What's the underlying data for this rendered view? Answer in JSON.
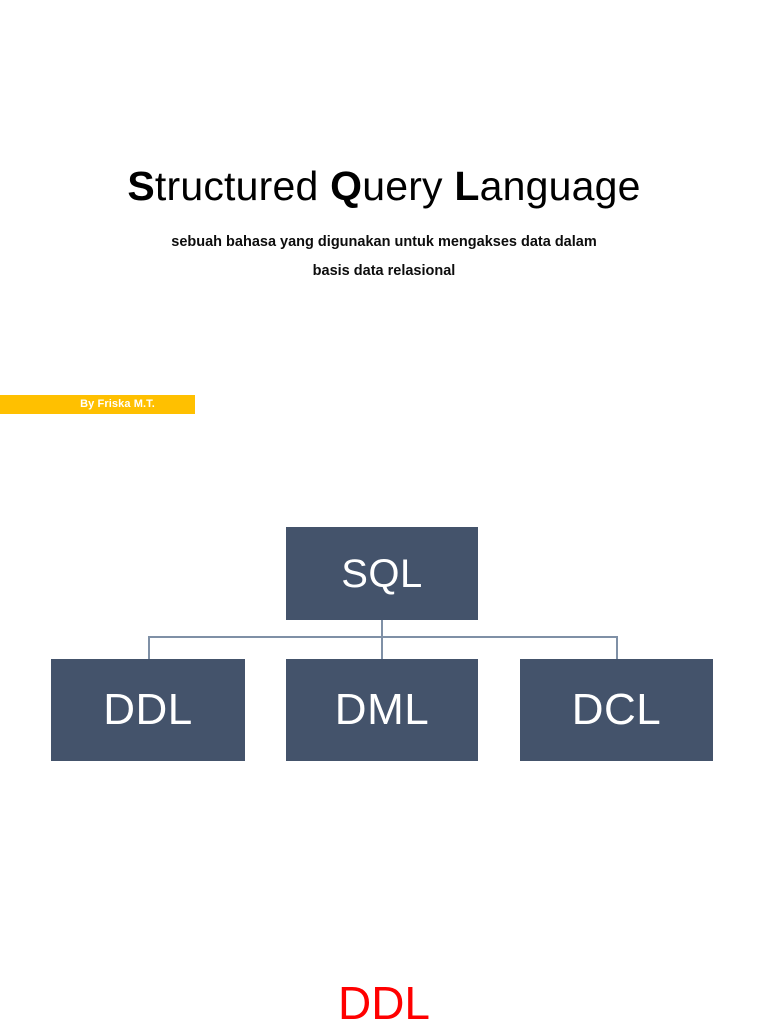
{
  "slide": {
    "background_color": "#ffffff",
    "title": {
      "full_text": "Structured Query Language",
      "parts": [
        {
          "text": "S",
          "emphasis": "bold"
        },
        {
          "text": "tructured ",
          "emphasis": "regular"
        },
        {
          "text": "Q",
          "emphasis": "bold"
        },
        {
          "text": "uery ",
          "emphasis": "regular"
        },
        {
          "text": "L",
          "emphasis": "bold"
        },
        {
          "text": "anguage",
          "emphasis": "regular"
        }
      ]
    },
    "subtitle": {
      "line1": "sebuah bahasa yang digunakan untuk mengakses data dalam",
      "line2": "basis data relasional"
    },
    "author_banner": {
      "label": "By Friska M.T.",
      "background_color": "#ffc000",
      "text_color": "#ffffff"
    },
    "section_heading": {
      "label": "DDL",
      "color": "#ff0000"
    }
  },
  "diagram": {
    "type": "hierarchy",
    "node_fill": "#44536b",
    "node_text_color": "#ffffff",
    "connector_color": "#7f90a6",
    "root": {
      "label": "SQL"
    },
    "children": [
      {
        "label": "DDL"
      },
      {
        "label": "DML"
      },
      {
        "label": "DCL"
      }
    ]
  }
}
